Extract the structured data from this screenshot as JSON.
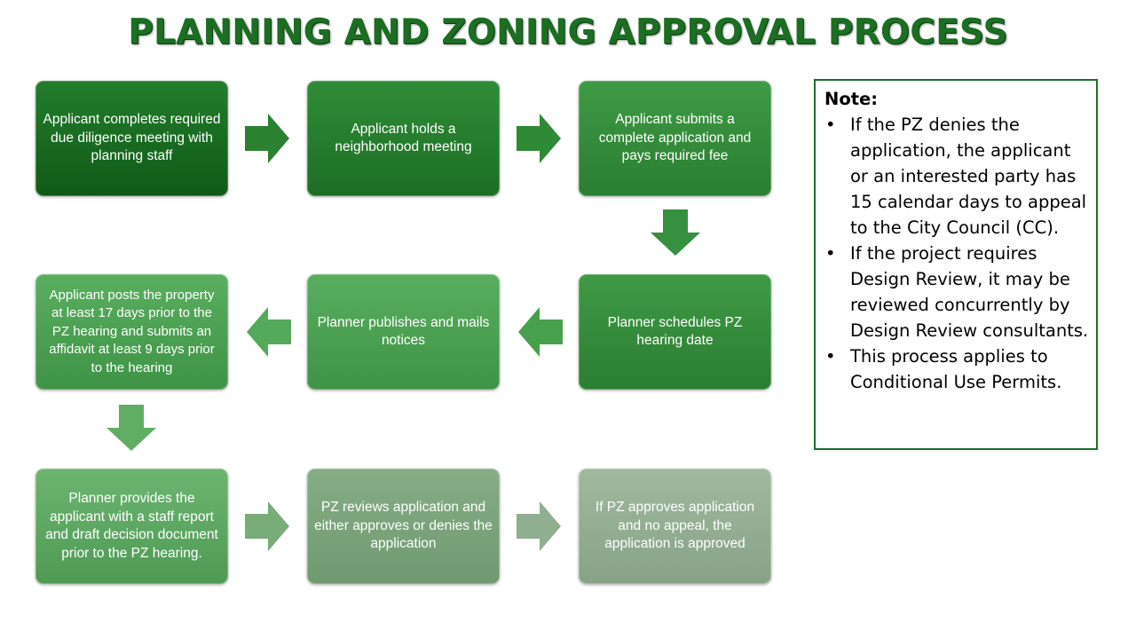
{
  "title": "PLANNING AND ZONING APPROVAL PROCESS",
  "steps": [
    "Applicant completes required due diligence meeting with planning staff",
    "Applicant holds a neighborhood meeting",
    "Applicant submits a complete application and pays required fee",
    "Planner schedules PZ hearing date",
    "Planner publishes and mails notices",
    "Applicant posts the property at least 17 days prior to the PZ hearing and submits an affidavit at least 9 days prior to the hearing",
    "Planner provides the applicant with a staff report and draft decision document prior to the PZ hearing.",
    "PZ reviews application and either approves or denies the application",
    "If PZ approves application and no appeal, the application is approved"
  ],
  "note": {
    "heading": "Note:",
    "bullet_glyph": "•",
    "items": [
      "If the PZ denies the application, the applicant or an interested party has 15 calendar days to appeal to the City Council (CC).",
      "If the project requires Design Review, it may be reviewed concurrently by Design Review consultants.",
      "This process applies to Conditional Use Permits."
    ]
  },
  "colors": {
    "title": "#1b6e22",
    "note_border": "#1f6e2a"
  }
}
